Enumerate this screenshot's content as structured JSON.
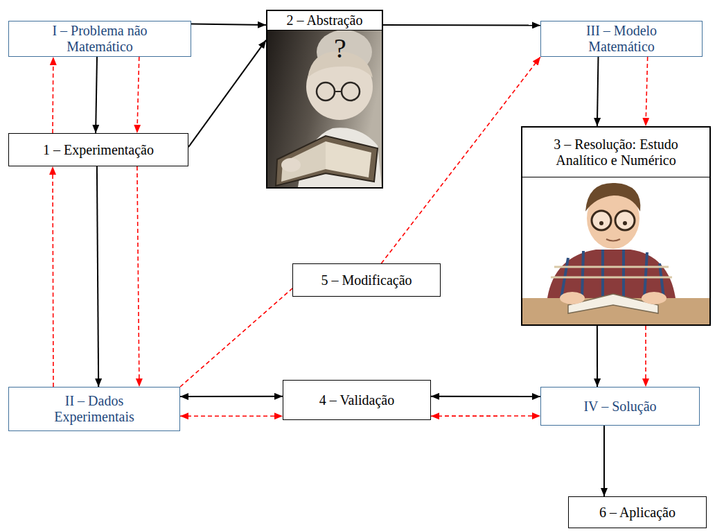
{
  "diagram": {
    "nodes": [
      {
        "text": [
          "I – Problema não Matemático"
        ]
      },
      {
        "text": [
          "2 – Abstração"
        ]
      },
      {
        "text": [
          "III – Modelo Matemático"
        ]
      },
      {
        "text": [
          "1 – Experimentação"
        ]
      },
      {
        "text": [
          "3 – Resolução: Estudo Analítico e Numérico"
        ]
      },
      {
        "text": [
          "5 – Modificação"
        ]
      },
      {
        "text": [
          "II – Dados Experimentais"
        ]
      },
      {
        "text": [
          "4 – Validação"
        ]
      },
      {
        "text": [
          "IV – Solução"
        ]
      },
      {
        "text": [
          "6 – Aplicação"
        ]
      }
    ],
    "edges": [
      {
        "from": 0,
        "to": 1,
        "arrow": "to"
      },
      {
        "from": 0,
        "to": 3,
        "arrow": "to"
      },
      {
        "from": 3,
        "to": 1,
        "arrow": "to"
      },
      {
        "from": 1,
        "to": 2,
        "arrow": "to"
      },
      {
        "from": 3,
        "to": 6,
        "arrow": "to"
      },
      {
        "from": 2,
        "to": 4,
        "arrow": "to"
      },
      {
        "from": 4,
        "to": 8,
        "arrow": "to"
      },
      {
        "from": 6,
        "to": 7,
        "arrow": "both"
      },
      {
        "from": 7,
        "to": 8,
        "arrow": "both"
      },
      {
        "from": 8,
        "to": 9,
        "arrow": "to"
      },
      {
        "from": 3,
        "to": 0,
        "arrow": "to"
      },
      {
        "from": 0,
        "to": 3,
        "arrow": "to"
      },
      {
        "from": 6,
        "to": 3,
        "arrow": "to"
      },
      {
        "from": 3,
        "to": 6,
        "arrow": "to"
      },
      {
        "from": 6,
        "to": 5,
        "arrow": "none"
      },
      {
        "from": 5,
        "to": 2,
        "arrow": "to"
      },
      {
        "from": 2,
        "to": 4,
        "arrow": "to"
      },
      {
        "from": 4,
        "to": 8,
        "arrow": "to"
      },
      {
        "from": 6,
        "to": 7,
        "arrow": "both"
      },
      {
        "from": 7,
        "to": 8,
        "arrow": "both"
      }
    ],
    "labels": [
      "?"
    ]
  }
}
